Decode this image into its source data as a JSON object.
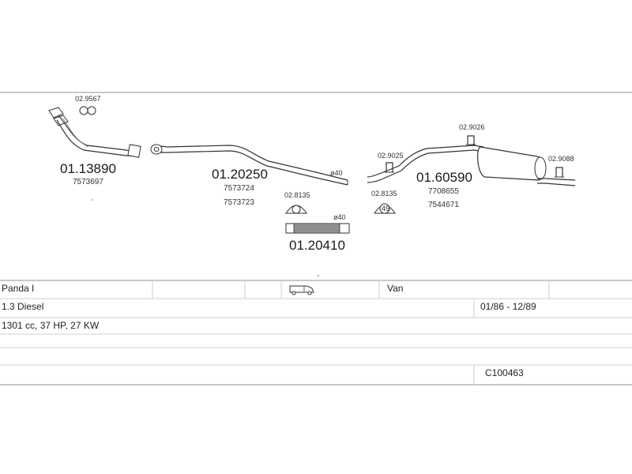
{
  "parts": {
    "front_pipe": {
      "number": "01.13890",
      "oem": "7573697"
    },
    "front_pipe_gasket": {
      "number": "02.9567"
    },
    "middle_pipe": {
      "number": "01.20250",
      "oem": [
        "7573724",
        "7573723"
      ],
      "diameter": "ø40"
    },
    "flex_joint": {
      "number": "01.20410",
      "diameter": "ø40"
    },
    "hanger_left": {
      "number": "02.8135"
    },
    "rear_silencer": {
      "number": "01.60590",
      "oem": [
        "7708655",
        "7544671"
      ]
    },
    "rear_mount_a": {
      "number": "02.9026"
    },
    "rear_mount_b": {
      "number": "02.9025"
    },
    "rear_hanger": {
      "number": "02.8135",
      "label": "45"
    },
    "tail_mount": {
      "number": "02.9088"
    }
  },
  "vehicle": {
    "model": "Panda I",
    "body": "Van",
    "engine": "1.3 Diesel",
    "production": "01/86 - 12/89",
    "specs": "1301 cc, 37 HP, 27 KW",
    "catalog_code": "C100463"
  },
  "icons": {
    "body_type": "van-icon"
  }
}
